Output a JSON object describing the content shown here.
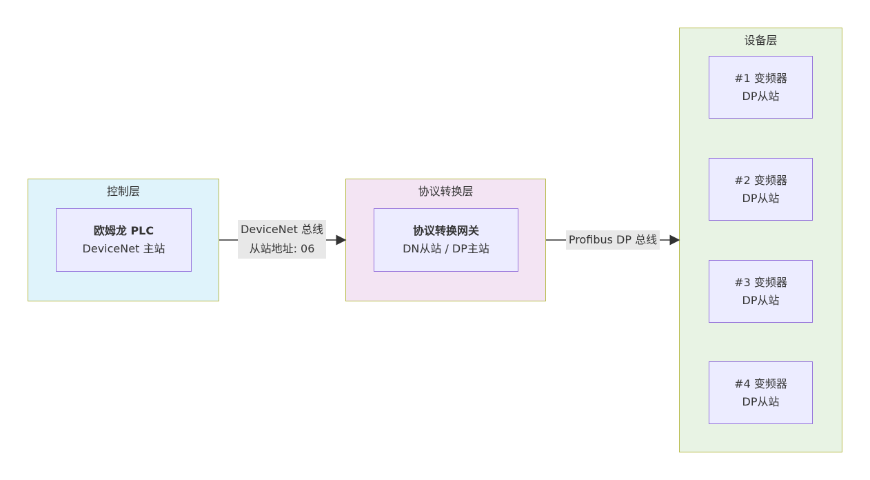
{
  "clusters": {
    "control": {
      "title": "控制层",
      "fill": "#dff3fb"
    },
    "gateway": {
      "title": "协议转换层",
      "fill": "#f3e4f3"
    },
    "device": {
      "title": "设备层",
      "fill": "#e8f3e4"
    }
  },
  "nodes": {
    "plc": {
      "line1": "欧姆龙 PLC",
      "line2": "DeviceNet 主站"
    },
    "gateway": {
      "line1": "协议转换网关",
      "line2": "DN从站 / DP主站"
    },
    "devices": [
      {
        "line1": "#1 变频器",
        "line2": "DP从站"
      },
      {
        "line1": "#2 变频器",
        "line2": "DP从站"
      },
      {
        "line1": "#3 变频器",
        "line2": "DP从站"
      },
      {
        "line1": "#4 变频器",
        "line2": "DP从站"
      }
    ]
  },
  "edges": [
    {
      "line1": "DeviceNet 总线",
      "line2": "从站地址: 06"
    },
    {
      "line1": "Profibus DP 总线"
    }
  ]
}
